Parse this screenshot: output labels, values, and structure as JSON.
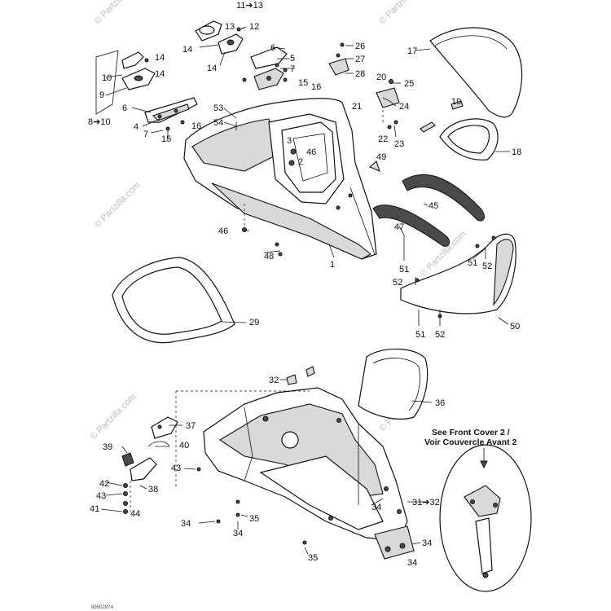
{
  "diagram": {
    "callouts": {
      "c11_13": "11➔13",
      "c12": "12",
      "c13": "13",
      "c14a": "14",
      "c14b": "14",
      "c14c": "14",
      "c14d": "14",
      "c8_10": "8➔10",
      "c10": "10",
      "c9": "9",
      "c6a": "6",
      "c4": "4",
      "c7a": "7",
      "c15a": "15",
      "c16a": "16",
      "c6b": "6",
      "c5": "5",
      "c7b": "7",
      "c15b": "15",
      "c16b": "16",
      "c53": "53",
      "c54": "54",
      "c46a": "46",
      "c3": "3",
      "c2": "2",
      "c46b": "46",
      "c48": "48",
      "c1": "1",
      "c26": "26",
      "c27": "27",
      "c28": "28",
      "c20": "20",
      "c25": "25",
      "c21": "21",
      "c24": "24",
      "c22": "22",
      "c23": "23",
      "c49": "49",
      "c17": "17",
      "c19": "19",
      "c18": "18",
      "c45": "45",
      "c47": "47",
      "c51a": "51",
      "c52a": "52",
      "c51b": "51",
      "c52b": "52",
      "c50": "50",
      "c51c": "51",
      "c52c": "52",
      "c29": "29",
      "c32": "32",
      "c36": "36",
      "c37": "37",
      "c40": "40",
      "c39": "39",
      "c38": "38",
      "c43a": "43",
      "c42": "42",
      "c43b": "43",
      "c41": "41",
      "c44": "44",
      "c34a": "34",
      "c34b": "34",
      "c35a": "35",
      "c34c": "34",
      "c31_32": "31➔32",
      "c34d": "34",
      "c34e": "34",
      "c35b": "35"
    },
    "note_line1": "See Front Cover 2 /",
    "note_line2": "Voir Couvercle Avant 2",
    "watermark": "© Partzilla.com",
    "drawing_code": "995028?A"
  }
}
